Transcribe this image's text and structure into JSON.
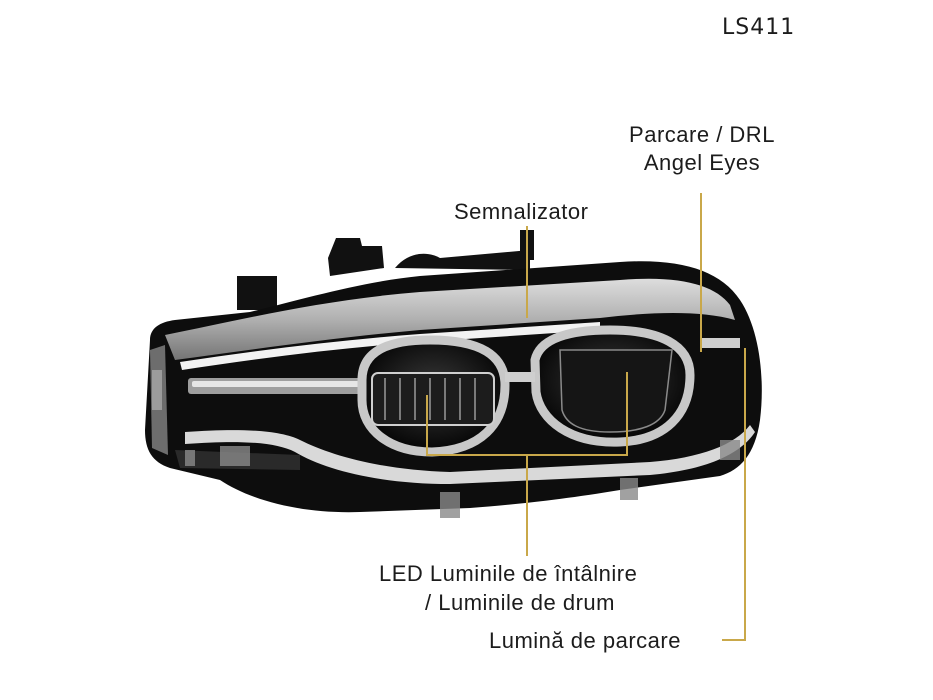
{
  "model_code": "LS411",
  "product": "headlight",
  "leader_color": "#c9a84a",
  "callouts": [
    {
      "id": "drl",
      "lines": [
        "Parcare / DRL",
        "Angel Eyes"
      ]
    },
    {
      "id": "turn_signal",
      "lines": [
        "Semnalizator"
      ]
    },
    {
      "id": "led_low_high",
      "lines": [
        "LED Luminile de întâlnire",
        "/ Luminile de drum"
      ]
    },
    {
      "id": "parking_light",
      "lines": [
        "Lumină de parcare"
      ]
    }
  ]
}
